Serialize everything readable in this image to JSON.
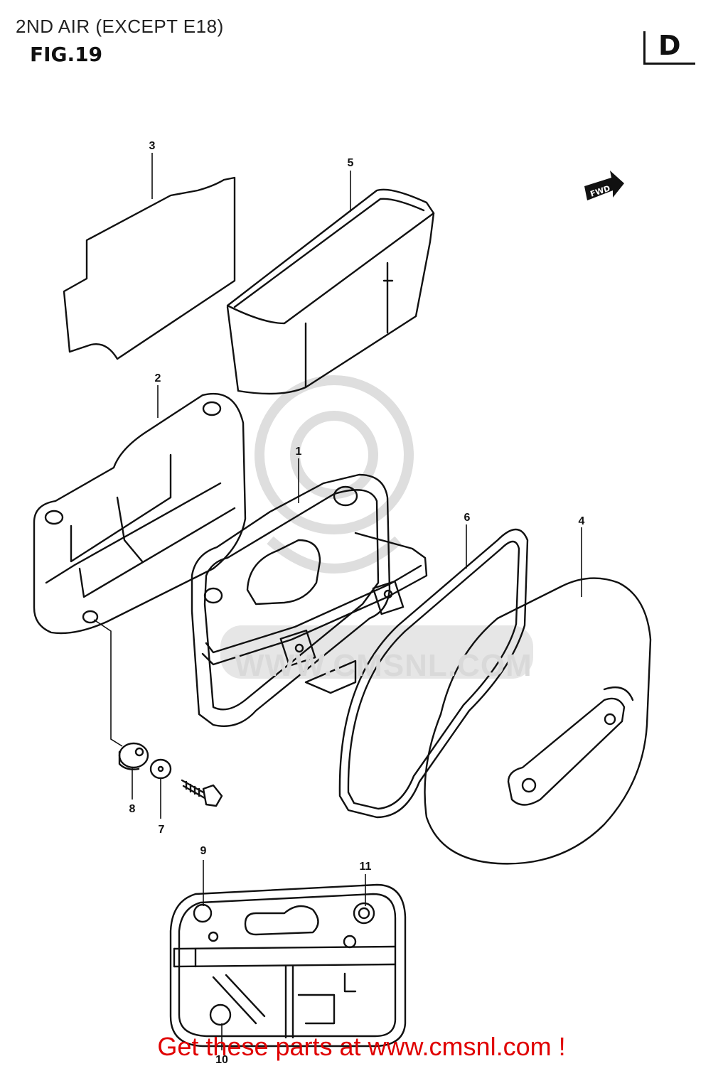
{
  "header": {
    "title": "2ND AIR (EXCEPT E18)",
    "figure": "FIG.19",
    "section_badge": "D",
    "direction_label": "FWD"
  },
  "callouts": [
    "1",
    "2",
    "3",
    "4",
    "5",
    "6",
    "7",
    "8",
    "9",
    "10",
    "11"
  ],
  "watermark": "WWW.CMSNL.COM",
  "footer": {
    "text": "Get these parts at www.cmsnl.com !"
  },
  "colors": {
    "line": "#111111",
    "footer": "#e00000",
    "watermark": "#d9d9d9"
  }
}
